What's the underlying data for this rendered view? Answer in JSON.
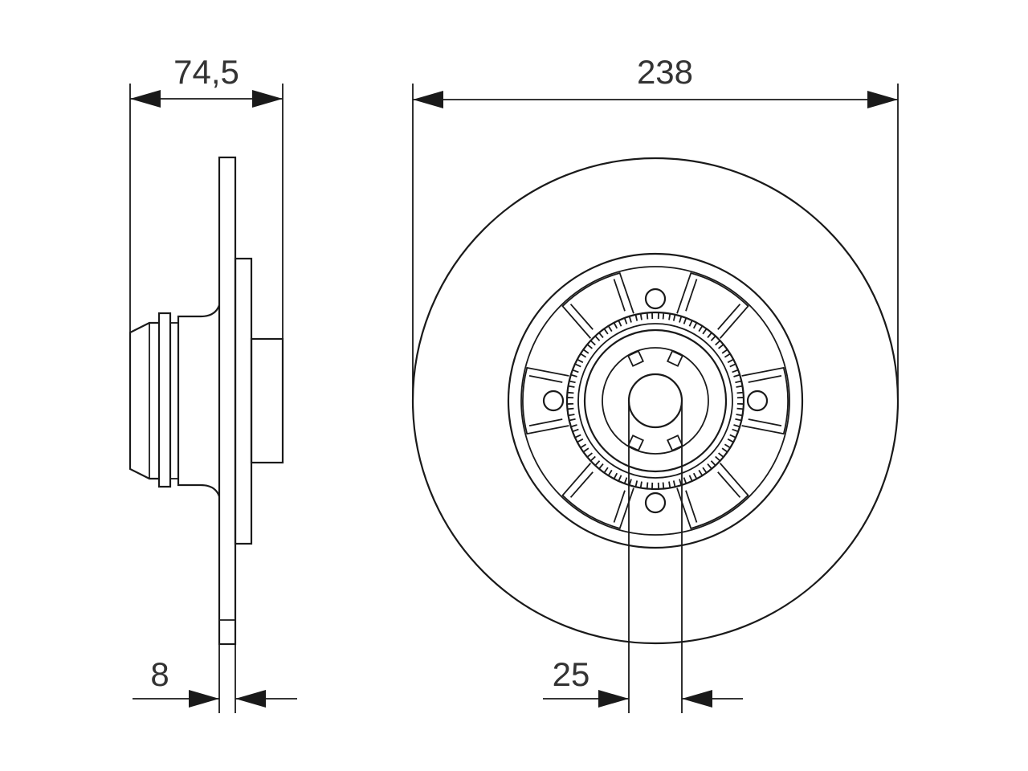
{
  "dimensions": {
    "hub_width": "74,5",
    "disc_diameter": "238",
    "disc_thickness": "8",
    "center_bore": "25"
  },
  "colors": {
    "line": "#1a1a1a",
    "text": "#333333",
    "background": "#ffffff"
  }
}
